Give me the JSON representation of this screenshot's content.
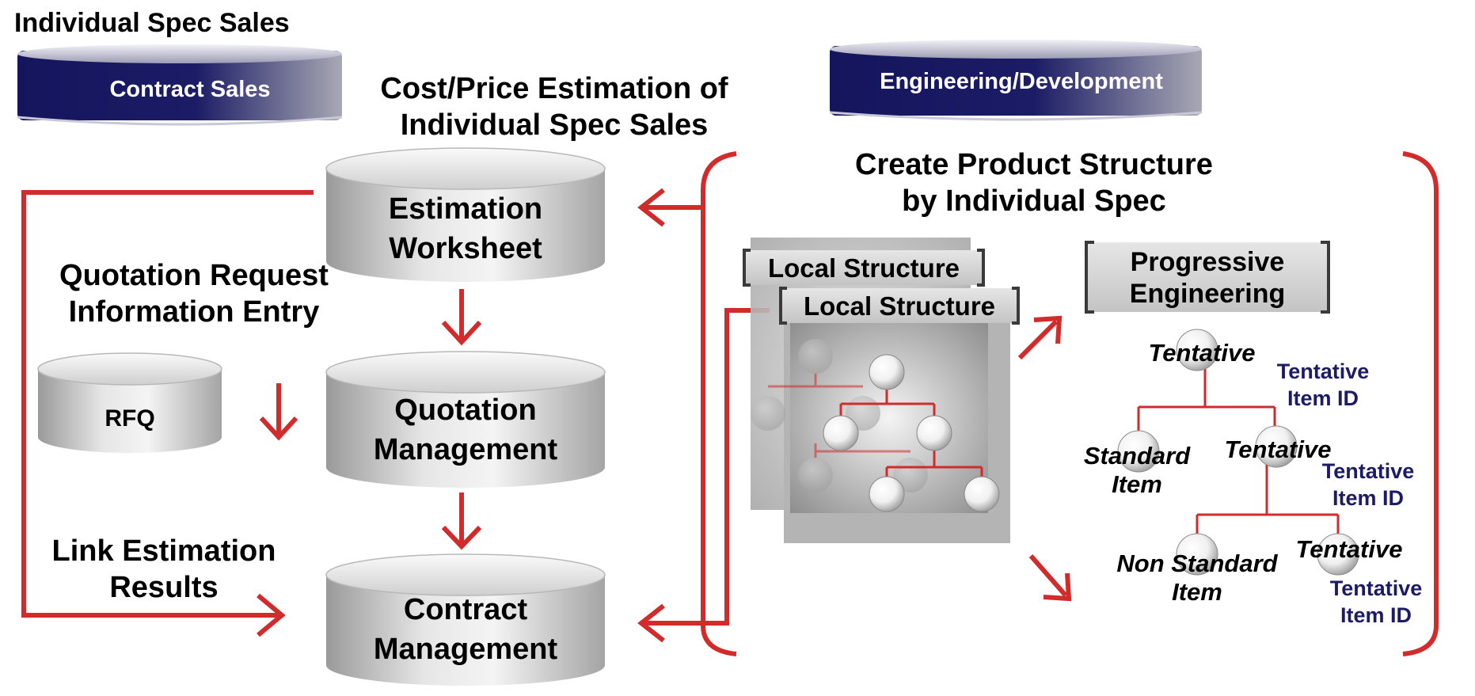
{
  "page_title": "Individual Spec Sales",
  "pills": {
    "contract_sales": "Contract Sales",
    "engineering": "Engineering/Development"
  },
  "headings": {
    "estimation_line1": "Cost/Price Estimation of",
    "estimation_line2": "Individual Spec Sales",
    "structure_line1": "Create Product Structure",
    "structure_line2": "by Individual Spec",
    "quotation_request_line1": "Quotation Request",
    "quotation_request_line2": "Information Entry",
    "link_results_line1": "Link Estimation",
    "link_results_line2": "Results"
  },
  "databases": {
    "estimation_worksheet_line1": "Estimation",
    "estimation_worksheet_line2": "Worksheet",
    "quotation_management_line1": "Quotation",
    "quotation_management_line2": "Management",
    "contract_management_line1": "Contract",
    "contract_management_line2": "Management",
    "rfq": "RFQ"
  },
  "local_structure": {
    "back_label": "Local Structure",
    "front_label": "Local Structure"
  },
  "progressive": {
    "line1": "Progressive",
    "line2": "Engineering"
  },
  "tree": {
    "root_label": "Tentative",
    "root_id_line1": "Tentative",
    "root_id_line2": "Item ID",
    "standard_line1": "Standard",
    "standard_line2": "Item",
    "mid_label": "Tentative",
    "mid_id_line1": "Tentative",
    "mid_id_line2": "Item ID",
    "nonstandard_line1": "Non Standard",
    "nonstandard_line2": "Item",
    "leaf_label": "Tentative",
    "leaf_id_line1": "Tentative",
    "leaf_id_line2": "Item ID"
  },
  "colors": {
    "arrow_red": "#d12b2b",
    "pill_navy": "#1c1c66",
    "id_text_navy": "#1c1c66"
  }
}
